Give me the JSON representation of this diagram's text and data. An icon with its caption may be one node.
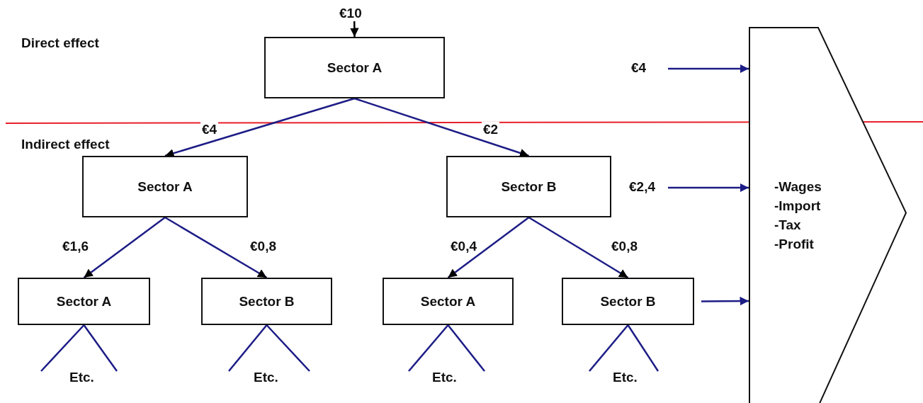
{
  "diagram": {
    "nodes": [
      {
        "text": [
          "Sector A"
        ]
      },
      {
        "text": [
          "Sector A"
        ]
      },
      {
        "text": [
          "Sector B"
        ]
      },
      {
        "text": [
          "Sector A"
        ]
      },
      {
        "text": [
          "Sector B"
        ]
      },
      {
        "text": [
          "Sector A"
        ]
      },
      {
        "text": [
          "Sector B"
        ]
      },
      {
        "text": [
          "-Wages",
          "-Import",
          "-Tax",
          "-Profit"
        ]
      }
    ],
    "edges": [
      {
        "from": null,
        "to": 0,
        "label": "€10",
        "arrow": "to",
        "color": "#000000"
      },
      {
        "from": 0,
        "to": 1,
        "label": "€4",
        "arrow": "to"
      },
      {
        "from": 0,
        "to": 2,
        "label": "€2",
        "arrow": "to"
      },
      {
        "from": 1,
        "to": 3,
        "label": "€1,6",
        "arrow": "to"
      },
      {
        "from": 1,
        "to": 4,
        "label": "€0,8",
        "arrow": "to"
      },
      {
        "from": 2,
        "to": 5,
        "label": "€0,4",
        "arrow": "to"
      },
      {
        "from": 2,
        "to": 6,
        "label": "€0,8",
        "arrow": "to"
      },
      {
        "from": null,
        "to": 7,
        "label": "€4",
        "arrow": "to"
      },
      {
        "from": null,
        "to": 7,
        "label": "€2,4",
        "arrow": "to"
      },
      {
        "from": 6,
        "to": 7,
        "arrow": "to"
      },
      {
        "from": 3,
        "to": null,
        "arrow": "none"
      },
      {
        "from": 3,
        "to": null,
        "arrow": "none"
      },
      {
        "from": 4,
        "to": null,
        "arrow": "none"
      },
      {
        "from": 4,
        "to": null,
        "arrow": "none"
      },
      {
        "from": 5,
        "to": null,
        "arrow": "none"
      },
      {
        "from": 5,
        "to": null,
        "arrow": "none"
      },
      {
        "from": 6,
        "to": null,
        "arrow": "none"
      },
      {
        "from": 6,
        "to": null,
        "arrow": "none"
      }
    ],
    "labels": [
      "Direct effect",
      "Indirect effect",
      "Etc.",
      "Etc.",
      "Etc.",
      "Etc."
    ]
  }
}
